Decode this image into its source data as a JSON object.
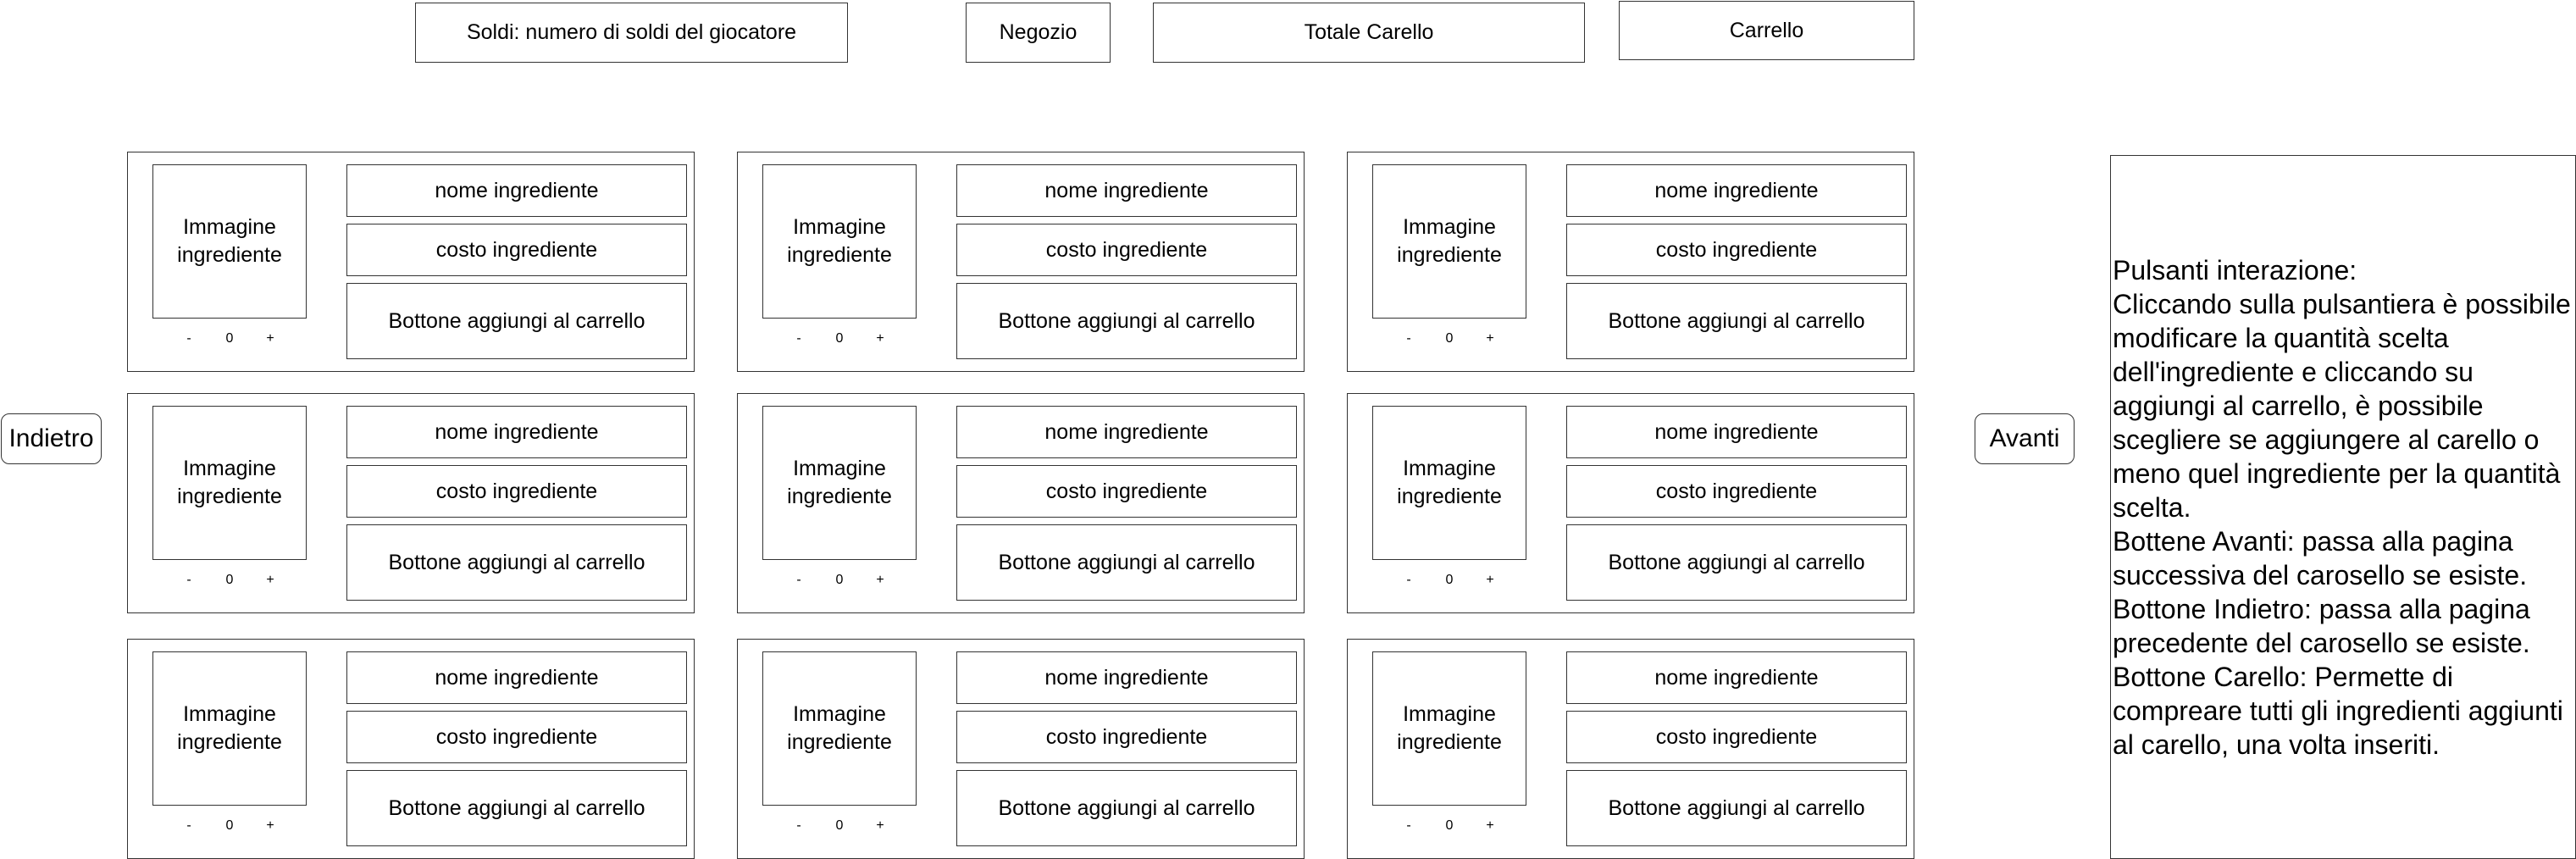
{
  "header": {
    "money_label": "Soldi: numero di soldi del giocatore",
    "shop_label": "Negozio",
    "cart_total_label": "Totale Carello",
    "cart_label": "Carrello"
  },
  "navigation": {
    "back_label": "Indietro",
    "next_label": "Avanti"
  },
  "cards": [
    {
      "image_label": "Immagine\ningrediente",
      "name_label": "nome ingrediente",
      "cost_label": "costo ingrediente",
      "add_label": "Bottone aggiungi al carrello",
      "minus": "-",
      "quantity": "0",
      "plus": "+"
    },
    {
      "image_label": "Immagine\ningrediente",
      "name_label": "nome ingrediente",
      "cost_label": "costo ingrediente",
      "add_label": "Bottone aggiungi al carrello",
      "minus": "-",
      "quantity": "0",
      "plus": "+"
    },
    {
      "image_label": "Immagine\ningrediente",
      "name_label": "nome ingrediente",
      "cost_label": "costo ingrediente",
      "add_label": "Bottone aggiungi al carrello",
      "minus": "-",
      "quantity": "0",
      "plus": "+"
    },
    {
      "image_label": "Immagine\ningrediente",
      "name_label": "nome ingrediente",
      "cost_label": "costo ingrediente",
      "add_label": "Bottone aggiungi al carrello",
      "minus": "-",
      "quantity": "0",
      "plus": "+"
    },
    {
      "image_label": "Immagine\ningrediente",
      "name_label": "nome ingrediente",
      "cost_label": "costo ingrediente",
      "add_label": "Bottone aggiungi al carrello",
      "minus": "-",
      "quantity": "0",
      "plus": "+"
    },
    {
      "image_label": "Immagine\ningrediente",
      "name_label": "nome ingrediente",
      "cost_label": "costo ingrediente",
      "add_label": "Bottone aggiungi al carrello",
      "minus": "-",
      "quantity": "0",
      "plus": "+"
    },
    {
      "image_label": "Immagine\ningrediente",
      "name_label": "nome ingrediente",
      "cost_label": "costo ingrediente",
      "add_label": "Bottone aggiungi al carrello",
      "minus": "-",
      "quantity": "0",
      "plus": "+"
    },
    {
      "image_label": "Immagine\ningrediente",
      "name_label": "nome ingrediente",
      "cost_label": "costo ingrediente",
      "add_label": "Bottone aggiungi al carrello",
      "minus": "-",
      "quantity": "0",
      "plus": "+"
    },
    {
      "image_label": "Immagine\ningrediente",
      "name_label": "nome ingrediente",
      "cost_label": "costo ingrediente",
      "add_label": "Bottone aggiungi al carrello",
      "minus": "-",
      "quantity": "0",
      "plus": "+"
    }
  ],
  "info_panel": {
    "text": "Pulsanti interazione:\nCliccando sulla pulsantiera è possibile modificare la quantità scelta dell'ingrediente e cliccando su aggiungi al carrello, è possibile scegliere se aggiungere al carello o meno quel ingrediente per la quantità scelta.\nBottene Avanti: passa alla pagina successiva del carosello se esiste.\nBottone Indietro: passa alla pagina precedente del carosello se esiste.\nBottone Carello: Permette di compreare tutti gli ingredienti aggiunti al carello, una volta inseriti."
  }
}
